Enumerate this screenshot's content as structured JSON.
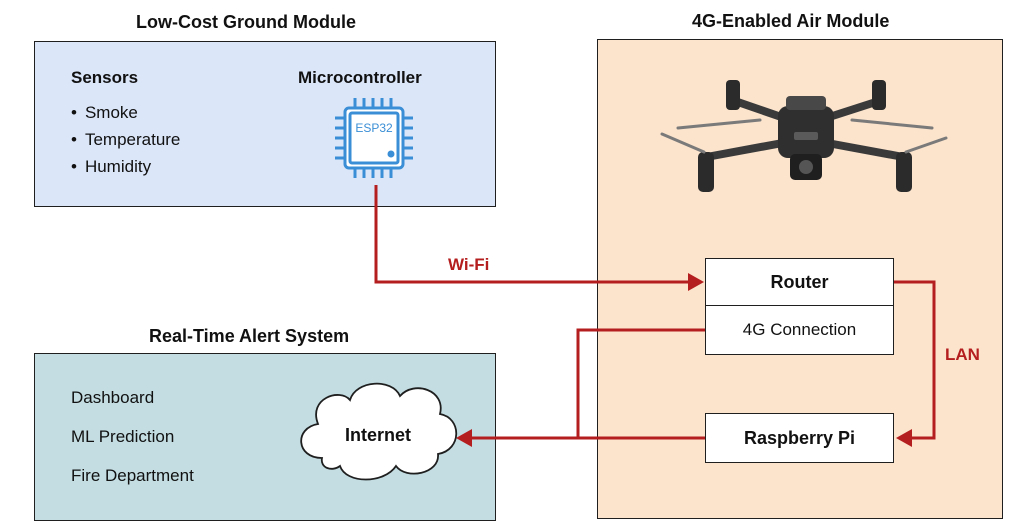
{
  "ground_module": {
    "title": "Low-Cost Ground Module",
    "sensors_heading": "Sensors",
    "sensors": [
      "Smoke",
      "Temperature",
      "Humidity"
    ],
    "microcontroller_heading": "Microcontroller",
    "chip_label": "ESP32"
  },
  "air_module": {
    "title": "4G-Enabled Air Module",
    "router_label": "Router",
    "connection_label": "4G Connection",
    "raspberry_label": "Raspberry Pi"
  },
  "alert_system": {
    "title": "Real-Time Alert System",
    "items": [
      "Dashboard",
      "ML Prediction",
      "Fire Department"
    ],
    "cloud_label": "Internet"
  },
  "links": {
    "wifi_label": "Wi-Fi",
    "lan_label": "LAN"
  },
  "colors": {
    "arrow": "#b51e1e",
    "chip": "#3a8ed6",
    "ground_bg": "#dbe6f9",
    "alert_bg": "#c3dde2",
    "air_bg": "#fbe3cc"
  }
}
